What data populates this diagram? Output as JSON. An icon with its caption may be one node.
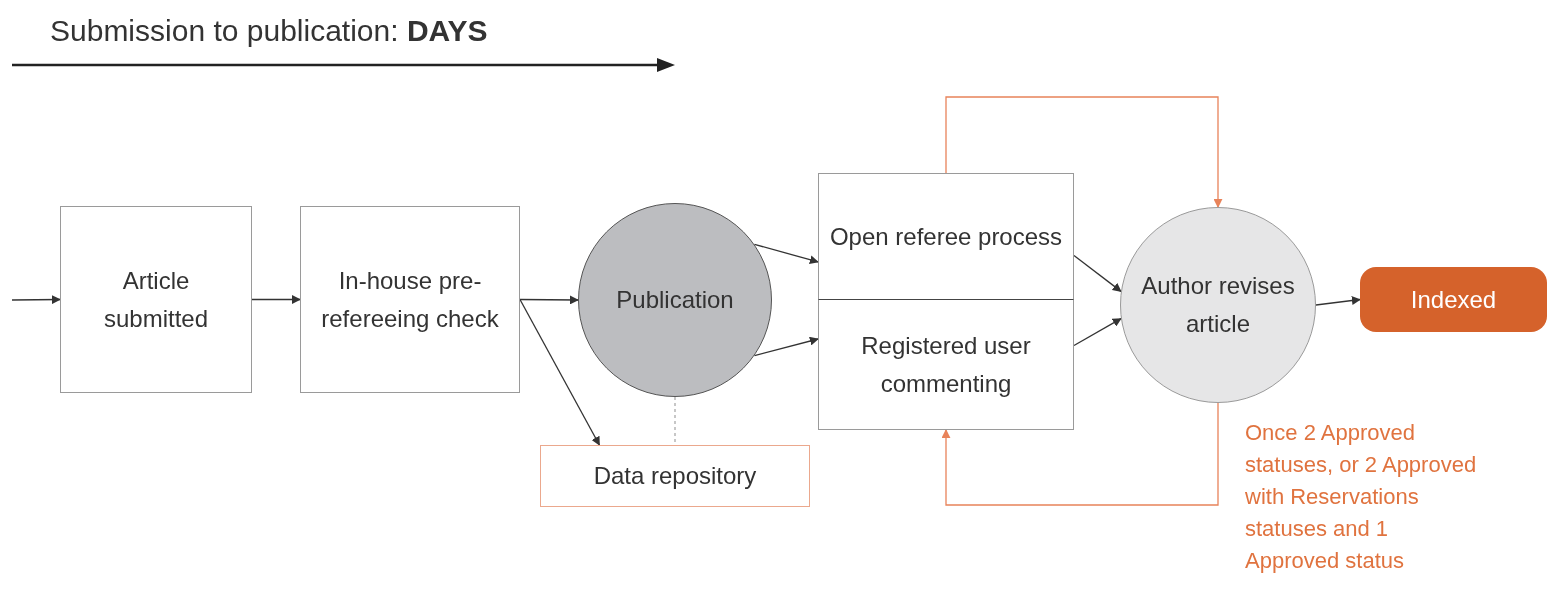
{
  "diagram": {
    "title": "Submission to publication: **DAYS**",
    "nodes": [
      {
        "text": [
          "Article submitted"
        ]
      },
      {
        "text": [
          "In-house pre-refereeing check"
        ]
      },
      {
        "text": [
          "Publication"
        ]
      },
      {
        "text": [
          "Data repository"
        ]
      },
      {
        "text": [
          "Open referee process"
        ]
      },
      {
        "text": [
          "Registered user commenting"
        ]
      },
      {
        "text": [
          "Author revises article"
        ]
      },
      {
        "text": [
          "Indexed"
        ]
      }
    ],
    "edges": [
      {
        "from": null,
        "to": 0,
        "arrow": "to"
      },
      {
        "from": 0,
        "to": 1,
        "arrow": "to"
      },
      {
        "from": 1,
        "to": 2,
        "arrow": "to"
      },
      {
        "from": 1,
        "to": 3,
        "arrow": "to"
      },
      {
        "from": 2,
        "to": 3,
        "arrow": "none",
        "style": "dashed",
        "color": "#aaaaaa"
      },
      {
        "from": 2,
        "to": 4,
        "arrow": "to"
      },
      {
        "from": 2,
        "to": 5,
        "arrow": "to"
      },
      {
        "from": 4,
        "to": 6,
        "arrow": "to"
      },
      {
        "from": 5,
        "to": 6,
        "arrow": "to"
      },
      {
        "from": 4,
        "to": 6,
        "arrow": "to",
        "color": "#e8835a"
      },
      {
        "from": 6,
        "to": 5,
        "arrow": "to",
        "color": "#e8835a"
      },
      {
        "from": 6,
        "to": 7,
        "arrow": "to"
      }
    ],
    "labels": [
      "Once 2 Approved statuses, or 2 Approved with Reservations statuses and 1 Approved status"
    ]
  }
}
